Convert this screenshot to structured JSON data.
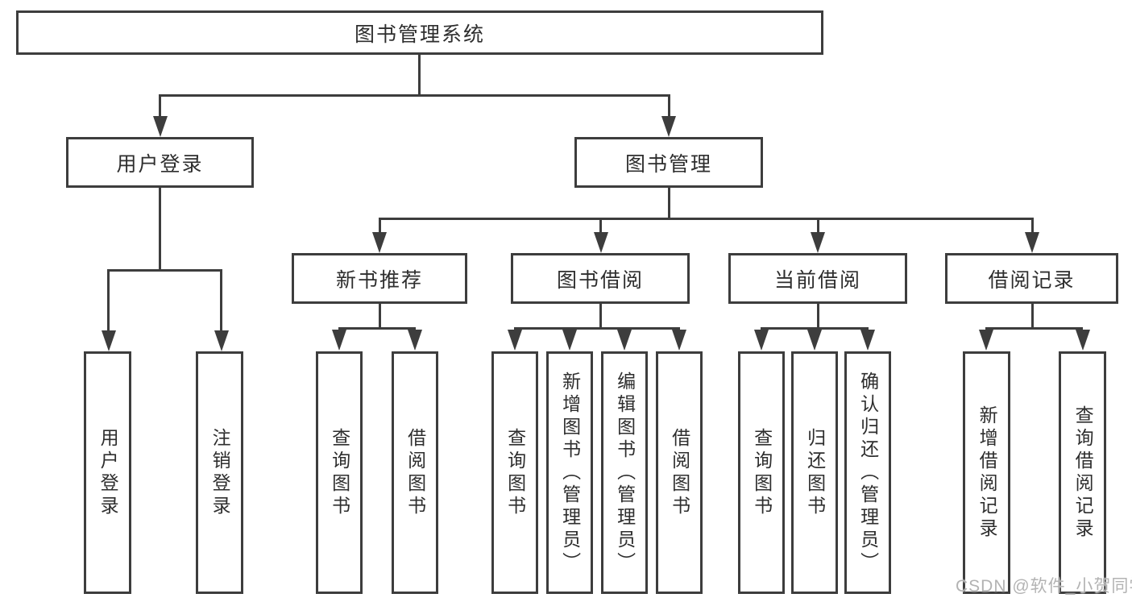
{
  "diagram": {
    "title": "图书管理系统",
    "tree": {
      "label": "图书管理系统",
      "children": [
        {
          "label": "用户登录",
          "children": [
            {
              "label": "用户登录"
            },
            {
              "label": "注销登录"
            }
          ]
        },
        {
          "label": "图书管理",
          "children": [
            {
              "label": "新书推荐",
              "children": [
                {
                  "label": "查询图书"
                },
                {
                  "label": "借阅图书"
                }
              ]
            },
            {
              "label": "图书借阅",
              "children": [
                {
                  "label": "查询图书"
                },
                {
                  "label": "新增图书（管理员）"
                },
                {
                  "label": "编辑图书（管理员）"
                },
                {
                  "label": "借阅图书"
                }
              ]
            },
            {
              "label": "当前借阅",
              "children": [
                {
                  "label": "查询图书"
                },
                {
                  "label": "归还图书"
                },
                {
                  "label": "确认归还（管理员）"
                }
              ]
            },
            {
              "label": "借阅记录",
              "children": [
                {
                  "label": "新增借阅记录"
                },
                {
                  "label": "查询借阅记录"
                }
              ]
            }
          ]
        }
      ]
    }
  },
  "watermark": {
    "text": "CSDN @软件_小贺同学",
    "color": "#b3b3b3"
  },
  "colors": {
    "line": "#3d3d3d",
    "text": "#2e2e2e",
    "background": "#ffffff"
  }
}
